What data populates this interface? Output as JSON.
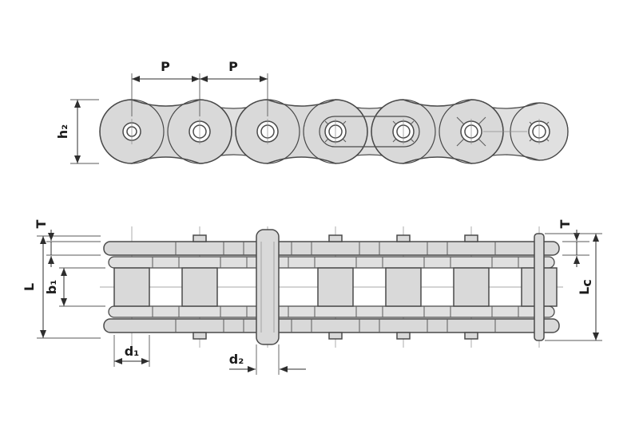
{
  "labels": {
    "pitch_left": "P",
    "pitch_right": "P",
    "plate_height": "h₂",
    "thickness_left": "T",
    "thickness_right": "T",
    "overall_pin_length": "L",
    "inner_width": "b₁",
    "connecting_pin_length_main": "L",
    "connecting_pin_length_sub": "c",
    "roller_diameter": "d₁",
    "pin_diameter": "d₂"
  },
  "colors": {
    "metal": "#d9d9d9",
    "metal_light": "#e0e0e0",
    "outline": "#4a4a4a",
    "dimension_line": "#2e2e2e",
    "background": "#ffffff"
  }
}
